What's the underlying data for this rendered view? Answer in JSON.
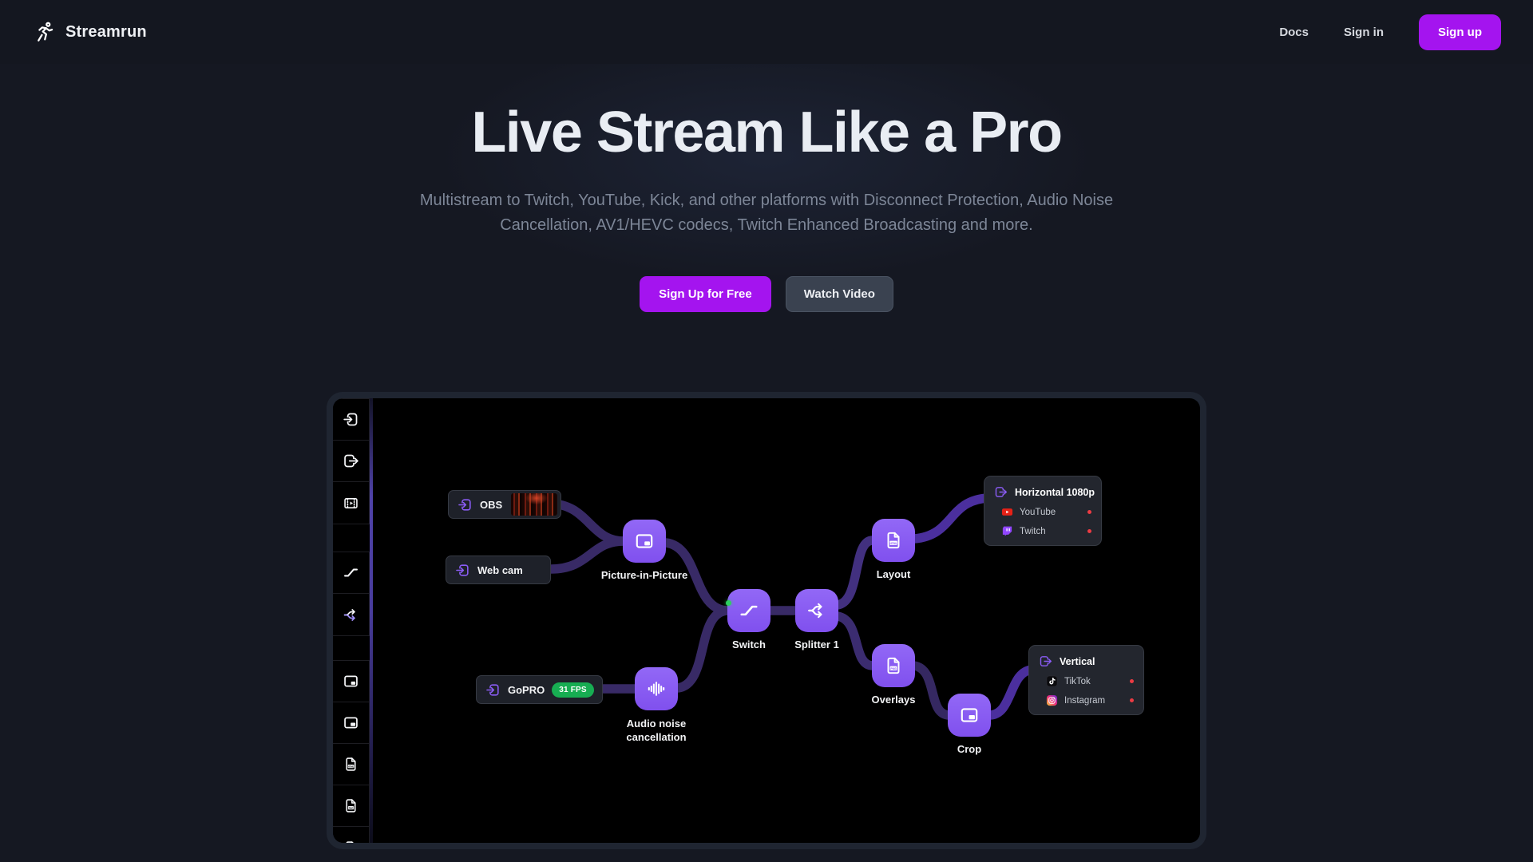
{
  "brand": {
    "name": "Streamrun",
    "logo_icon": "runner-icon"
  },
  "nav": {
    "links": [
      {
        "label": "Docs"
      },
      {
        "label": "Sign in"
      }
    ],
    "signup_label": "Sign up"
  },
  "hero": {
    "title": "Live Stream Like a Pro",
    "subtitle": "Multistream to Twitch, YouTube, Kick, and other platforms with Disconnect Protection, Audio Noise Cancellation, AV1/HEVC codecs, Twitch Enhanced Broadcasting and more.",
    "cta_primary": "Sign Up for Free",
    "cta_secondary": "Watch Video"
  },
  "diagram": {
    "rail_icons": [
      "input-icon",
      "output-icon",
      "media-icon",
      "switch-icon",
      "splitter-icon",
      "picture-in-picture-icon",
      "picture-in-picture-alt-icon",
      "html-file-icon",
      "png-file-icon",
      "video-file-icon"
    ],
    "inputs": {
      "obs": {
        "label": "OBS"
      },
      "webcam": {
        "label": "Web cam"
      },
      "gopro": {
        "label": "GoPRO",
        "badge": "31 FPS"
      }
    },
    "processors": {
      "pip": {
        "label": "Picture-in-Picture"
      },
      "anc": {
        "label": "Audio noise cancellation"
      },
      "switch": {
        "label": "Switch",
        "status": "online"
      },
      "splitter": {
        "label": "Splitter 1"
      },
      "layout": {
        "label": "Layout"
      },
      "overlays": {
        "label": "Overlays"
      },
      "crop": {
        "label": "Crop"
      }
    },
    "outputs": {
      "horizontal": {
        "title": "Horizontal 1080p",
        "destinations": [
          {
            "name": "YouTube",
            "status": "live"
          },
          {
            "name": "Twitch",
            "status": "live"
          }
        ]
      },
      "vertical": {
        "title": "Vertical",
        "destinations": [
          {
            "name": "TikTok",
            "status": "live"
          },
          {
            "name": "Instagram",
            "status": "live"
          }
        ]
      }
    }
  },
  "colors": {
    "accent_purple": "#a414ef",
    "node_purple": "#8b5cf6",
    "edge_dark": "#382a66",
    "edge_bright": "#4b2f9e",
    "badge_green": "#17ad52",
    "online_green": "#2ece60",
    "live_red": "#ec3b43",
    "canvas_black": "#000000",
    "page_bg": "#151822"
  }
}
